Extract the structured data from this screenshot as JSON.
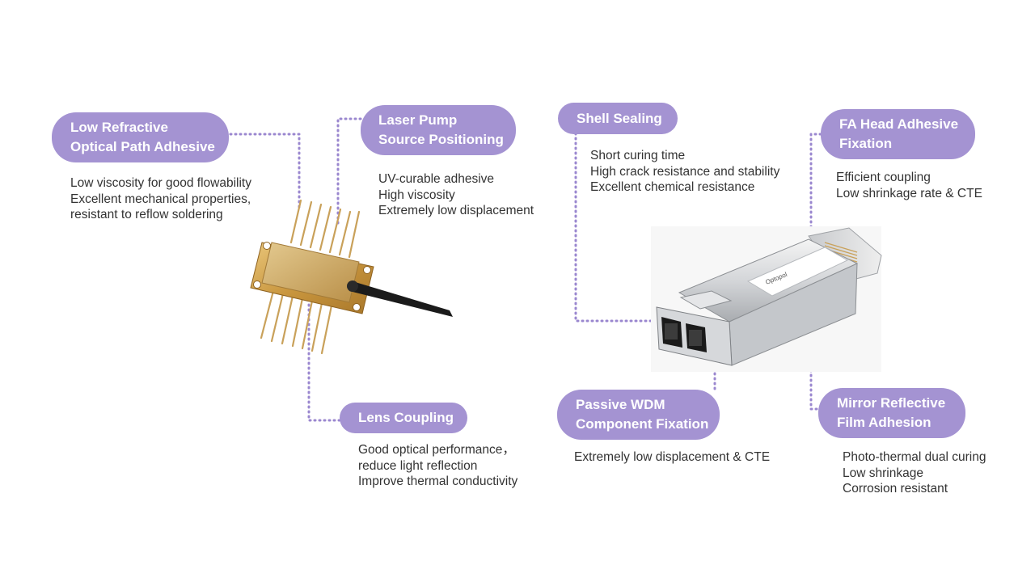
{
  "callouts": {
    "low_refractive": {
      "title": [
        "Low Refractive",
        "Optical Path Adhesive"
      ],
      "desc": [
        "Low viscosity for good flowability",
        "Excellent mechanical properties,",
        "resistant to reflow soldering"
      ]
    },
    "laser_pump": {
      "title": [
        "Laser Pump",
        "Source Positioning"
      ],
      "desc": [
        "UV-curable adhesive",
        "High viscosity",
        "Extremely low displacement"
      ]
    },
    "lens_coupling": {
      "title": [
        "Lens Coupling"
      ],
      "desc": [
        "Good optical performance，",
        "reduce light reflection",
        "Improve thermal conductivity"
      ]
    },
    "shell_sealing": {
      "title": [
        "Shell Sealing"
      ],
      "desc": [
        "Short curing time",
        "High crack resistance and stability",
        "Excellent chemical resistance"
      ]
    },
    "fa_head": {
      "title": [
        "FA Head Adhesive",
        "Fixation"
      ],
      "desc": [
        "Efficient coupling",
        "Low shrinkage rate & CTE"
      ]
    },
    "passive_wdm": {
      "title": [
        "Passive WDM",
        "Component Fixation"
      ],
      "desc": [
        "Extremely low displacement & CTE"
      ]
    },
    "mirror_reflective": {
      "title": [
        "Mirror Reflective",
        "Film Adhesion"
      ],
      "desc": [
        "Photo-thermal dual curing",
        "Low shrinkage",
        "Corrosion resistant"
      ]
    }
  },
  "colors": {
    "pill": "#a493d2",
    "connector": "#9a87cf",
    "text": "#333333"
  }
}
